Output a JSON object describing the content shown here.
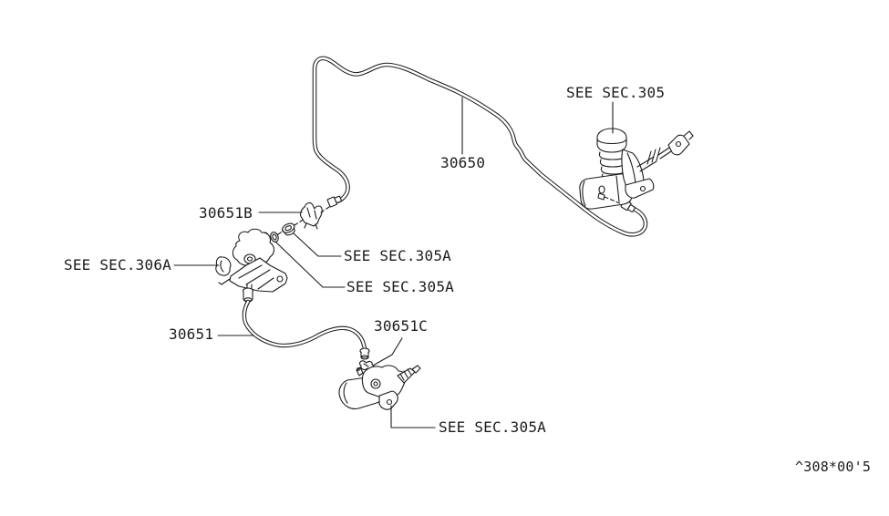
{
  "diagram": {
    "code": "^308*00'5",
    "callouts": {
      "sec305": "SEE SEC.305",
      "p30650": "30650",
      "p30651b": "30651B",
      "sec306a": "SEE SEC.306A",
      "sec305a_upper": "SEE SEC.305A",
      "sec305a_lower": "SEE SEC.305A",
      "p30651": "30651",
      "p30651c": "30651C",
      "sec305a_cylinder": "SEE SEC.305A"
    }
  },
  "colors": {
    "line": "#1c1c1c",
    "background": "#ffffff"
  }
}
